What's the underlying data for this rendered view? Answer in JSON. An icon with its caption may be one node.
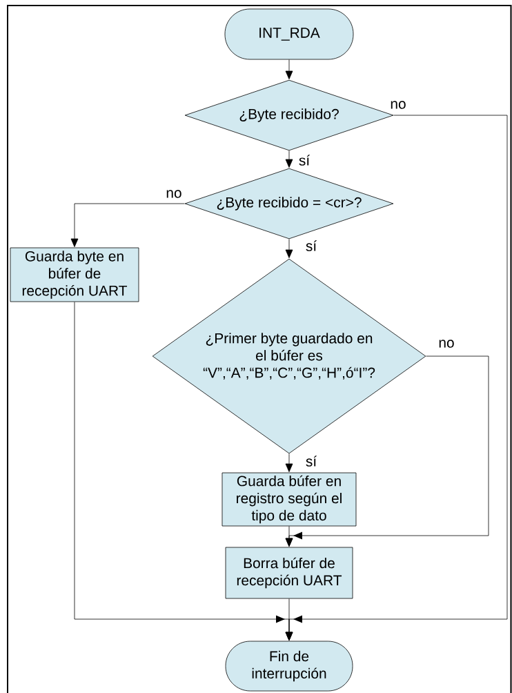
{
  "diagram": {
    "nodes": [
      {
        "text": [
          "INT_RDA"
        ]
      },
      {
        "text": [
          "¿Byte recibido?"
        ]
      },
      {
        "text": [
          "¿Byte recibido = <cr>?"
        ]
      },
      {
        "text": [
          "Guarda byte en búfer de recepción UART"
        ]
      },
      {
        "text": [
          "¿Primer byte guardado en el búfer es “V”,“A”,“B”,“C”,“G”,“H”,ó“I”?"
        ]
      },
      {
        "text": [
          "Guarda búfer en registro según el tipo de dato"
        ]
      },
      {
        "text": [
          "Borra búfer de recepción UART"
        ]
      },
      {
        "text": [
          "Fin de interrupción"
        ]
      }
    ],
    "edges": [
      {
        "from": 0,
        "to": 1,
        "arrow": "to"
      },
      {
        "from": 1,
        "to": 2,
        "arrow": "to",
        "label": "sí"
      },
      {
        "from": 1,
        "to": 7,
        "arrow": "to",
        "label": "no"
      },
      {
        "from": 2,
        "to": 3,
        "arrow": "to",
        "label": "no"
      },
      {
        "from": 2,
        "to": 4,
        "arrow": "to",
        "label": "sí"
      },
      {
        "from": 4,
        "to": 5,
        "arrow": "to",
        "label": "sí"
      },
      {
        "from": 4,
        "to": 6,
        "arrow": "to",
        "label": "no"
      },
      {
        "from": 5,
        "to": 6,
        "arrow": "to"
      },
      {
        "from": 3,
        "to": 7,
        "arrow": "to"
      },
      {
        "from": 6,
        "to": 7,
        "arrow": "to"
      }
    ]
  }
}
